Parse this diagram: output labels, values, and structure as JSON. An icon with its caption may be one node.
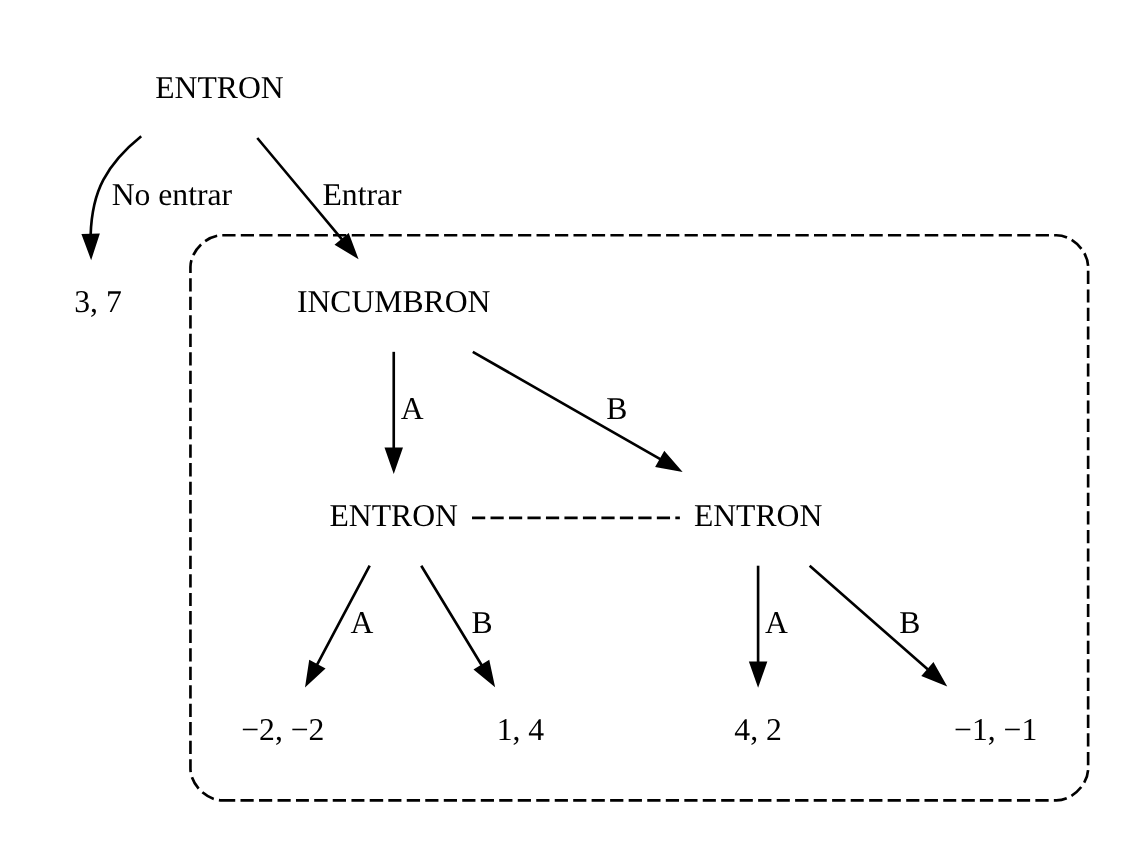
{
  "diagram": {
    "nodes": [
      {
        "text": [
          "ENTRON"
        ]
      },
      {
        "text": [
          "3, 7"
        ]
      },
      {
        "text": [],
        "shape": "box"
      },
      {
        "text": [
          "INCUMBRON"
        ],
        "in": 2
      },
      {
        "text": [
          "ENTRON"
        ],
        "in": 2
      },
      {
        "text": [
          "ENTRON"
        ],
        "in": 2
      },
      {
        "text": [
          "−2, −2"
        ],
        "in": 2
      },
      {
        "text": [
          "1, 4"
        ],
        "in": 2
      },
      {
        "text": [
          "4, 2"
        ],
        "in": 2
      },
      {
        "text": [
          "−1, −1"
        ],
        "in": 2
      }
    ],
    "edges": [
      {
        "from": 0,
        "to": 1,
        "arrow": "to",
        "label": "No entrar"
      },
      {
        "from": 0,
        "to": 3,
        "arrow": "to",
        "label": "Entrar"
      },
      {
        "from": 3,
        "to": 4,
        "arrow": "to",
        "label": "A"
      },
      {
        "from": 3,
        "to": 5,
        "arrow": "to",
        "label": "B"
      },
      {
        "from": 4,
        "to": 5,
        "arrow": "none",
        "style": "dashed"
      },
      {
        "from": 4,
        "to": 6,
        "arrow": "to",
        "label": "A"
      },
      {
        "from": 4,
        "to": 7,
        "arrow": "to",
        "label": "B"
      },
      {
        "from": 5,
        "to": 8,
        "arrow": "to",
        "label": "A"
      },
      {
        "from": 5,
        "to": 9,
        "arrow": "to",
        "label": "B"
      }
    ]
  }
}
